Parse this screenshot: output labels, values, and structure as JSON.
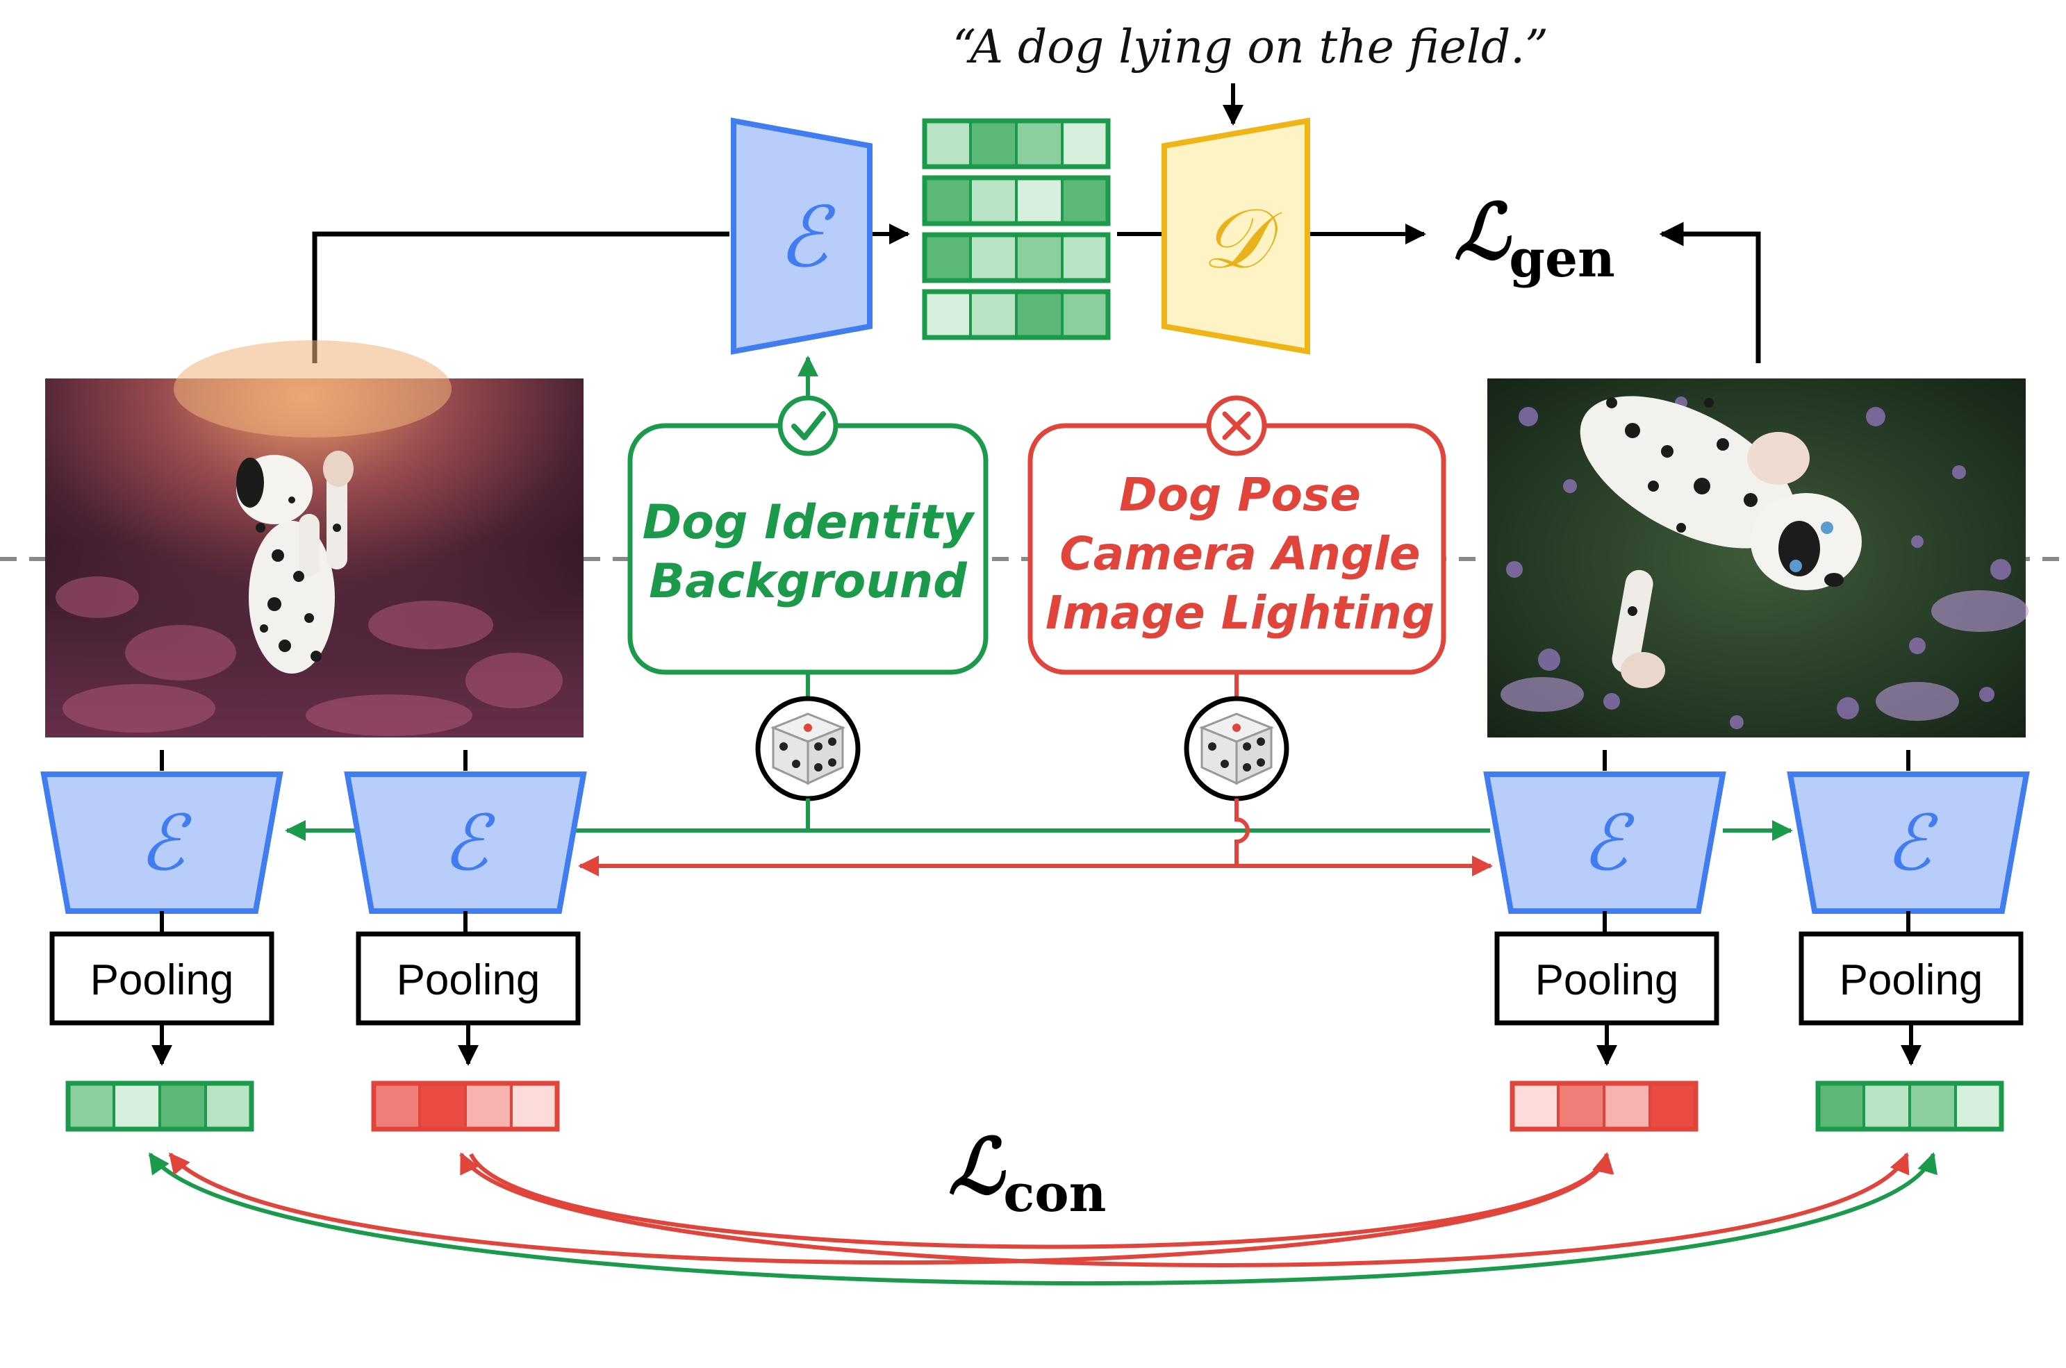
{
  "caption": "“A dog lying on the field.”",
  "encoder_symbol": "ℰ",
  "decoder_symbol": "𝒟",
  "loss_gen": {
    "main": "ℒ",
    "sub": "gen"
  },
  "loss_con": {
    "main": "ℒ",
    "sub": "con"
  },
  "keep_box": {
    "lines": [
      "Dog Identity",
      "Background"
    ],
    "icon": "check-circle-icon"
  },
  "vary_box": {
    "lines": [
      "Dog Pose",
      "Camera Angle",
      "Image Lighting"
    ],
    "icon": "cross-circle-icon"
  },
  "pooling_label": "Pooling",
  "images": [
    {
      "subject": "dalmatian puppy raising paws in purple heather"
    },
    {
      "subject": "dalmatian puppy lying in purple heather, viewed from above"
    }
  ],
  "colors": {
    "encoder_fill": "#b9cdfb",
    "encoder_stroke": "#3f7df0",
    "decoder_fill": "#fdf3c5",
    "decoder_stroke": "#efb416",
    "green": "#1c9a4b",
    "red": "#e0443b"
  },
  "latent_grid_shades": [
    [
      "#b8e3c4",
      "#5cb877",
      "#8ccf9e",
      "#d7f0de"
    ],
    [
      "#5cb877",
      "#b8e3c4",
      "#d7f0de",
      "#5cb877"
    ],
    [
      "#5cb877",
      "#b8e3c4",
      "#8ccf9e",
      "#b8e3c4"
    ],
    [
      "#d7f0de",
      "#b8e3c4",
      "#5cb877",
      "#8ccf9e"
    ]
  ],
  "pooled_vectors": [
    {
      "color": "green",
      "shades": [
        "#8ccf9e",
        "#d7f0de",
        "#5cb877",
        "#b8e3c4"
      ]
    },
    {
      "color": "red",
      "shades": [
        "#ef7f78",
        "#ea4c43",
        "#f6b3af",
        "#fbdcda"
      ]
    },
    {
      "color": "red",
      "shades": [
        "#fbdcda",
        "#ef7f78",
        "#f6b3af",
        "#ea4c43"
      ]
    },
    {
      "color": "green",
      "shades": [
        "#5cb877",
        "#b8e3c4",
        "#8ccf9e",
        "#d7f0de"
      ]
    }
  ]
}
